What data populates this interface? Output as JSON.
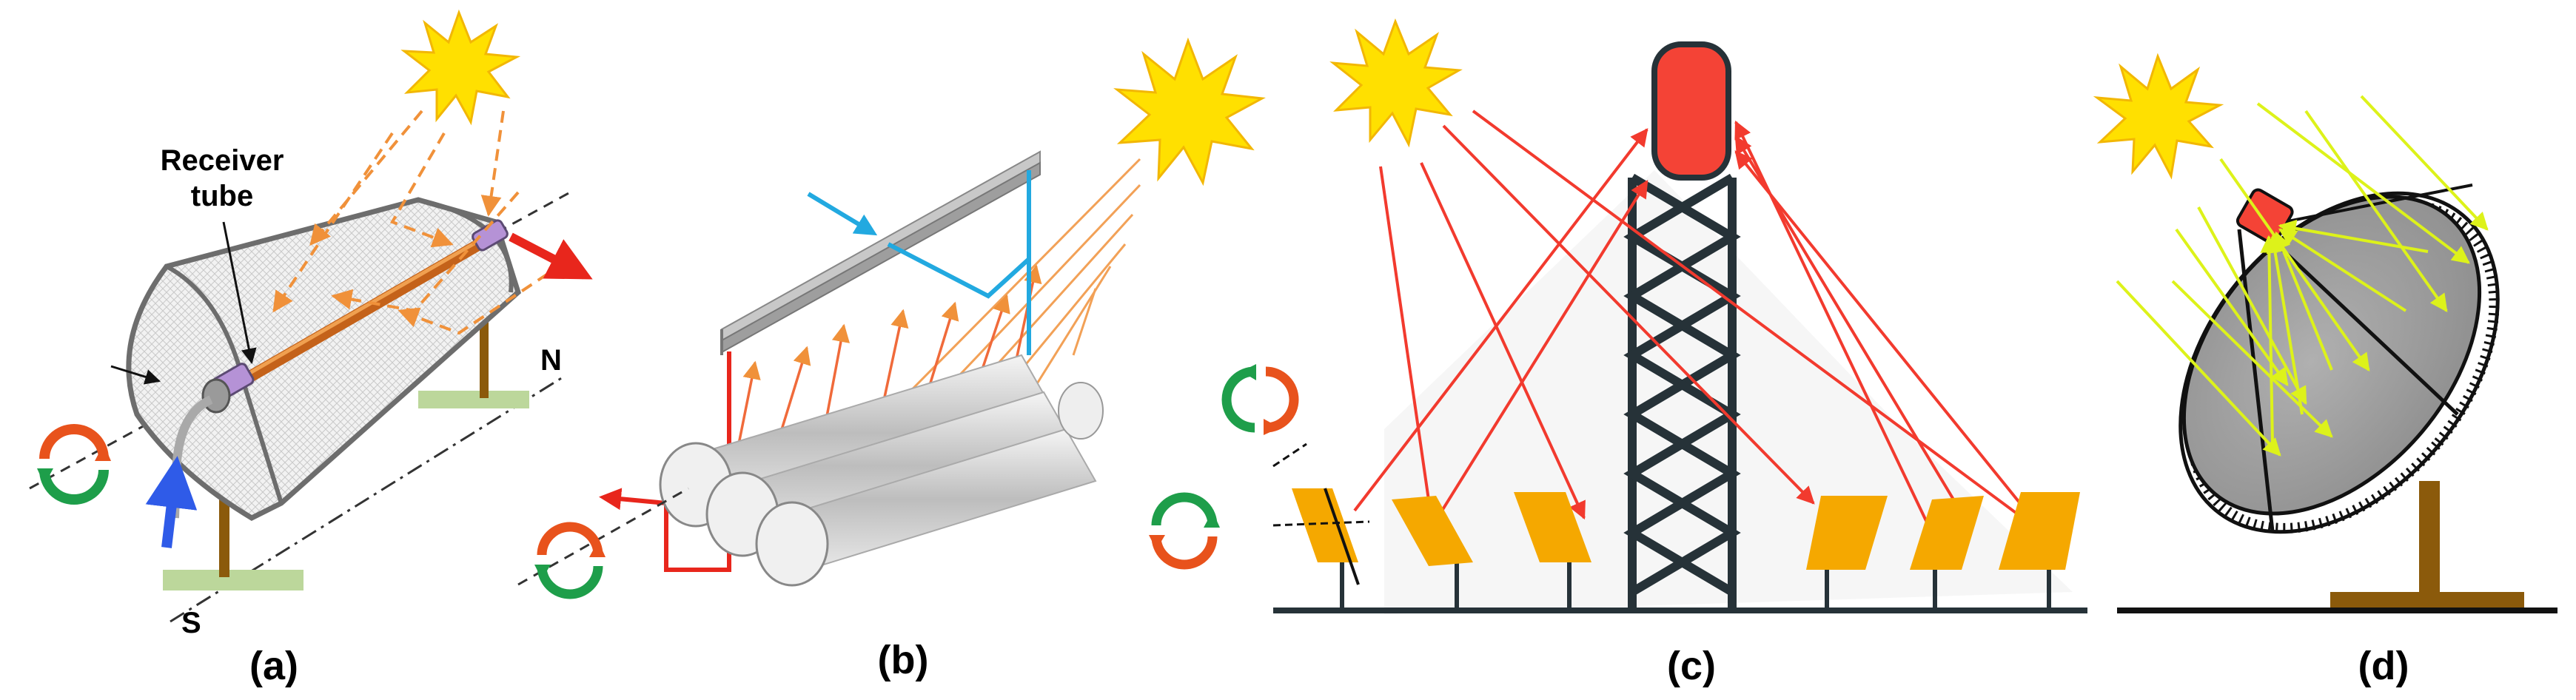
{
  "panels": {
    "a": {
      "caption": "(a)",
      "receiver_label_line1": "Receiver",
      "receiver_label_line2": "tube",
      "north_label": "N",
      "south_label": "S"
    },
    "b": {
      "caption": "(b)"
    },
    "c": {
      "caption": "(c)"
    },
    "d": {
      "caption": "(d)"
    }
  },
  "colors": {
    "sun": "#FFE000",
    "sun_stroke": "#F2B705",
    "ray_red": "#F23A2E",
    "ray_orange": "#F0913A",
    "ray_yellow": "#DDF21A",
    "heliostat": "#F5A800",
    "tower_dark": "#263238",
    "receiver_red": "#F44336",
    "dish_gray": "#9E9E9E",
    "ground_green": "#BCD79B",
    "stand_brown": "#8B5A0B",
    "arrow_blue": "#2F5BE8",
    "rotate_orange": "#E8521C",
    "rotate_green": "#1E9E4A"
  },
  "icons": [
    "sun-icon",
    "rotation-arrows-icon",
    "flow-arrow-icon"
  ]
}
